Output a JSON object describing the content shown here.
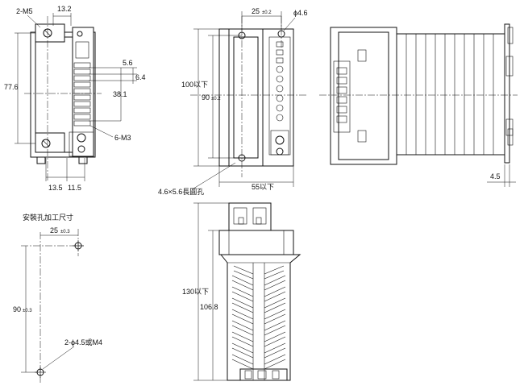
{
  "side_view": {
    "label_2m5": "2-M5",
    "dim_13_2": "13.2",
    "dim_77_6": "77.6",
    "dim_5_6": "5.6",
    "dim_6_4": "6.4",
    "dim_38_1": "38.1",
    "label_6m3": "6-M3",
    "dim_13_5": "13.5",
    "dim_11_5": "11.5"
  },
  "front_view": {
    "dim_25": "25",
    "tol_25": "±0.2",
    "dim_phi46": "ϕ4.6",
    "dim_100": "100以下",
    "dim_90": "90",
    "tol_90": "±0.2",
    "label_slot": "4.6×5.6長圓孔",
    "dim_55": "55以下"
  },
  "right_view": {
    "dim_4_5": "4.5"
  },
  "mounting": {
    "title": "安裝孔加工尺寸",
    "dim_25": "25",
    "tol_25": "±0.3",
    "dim_90": "90",
    "tol_90": "±0.3",
    "label_holes": "2-ϕ4.5或M4"
  },
  "bottom_view": {
    "dim_130": "130以下",
    "dim_106_8": "106.8"
  }
}
